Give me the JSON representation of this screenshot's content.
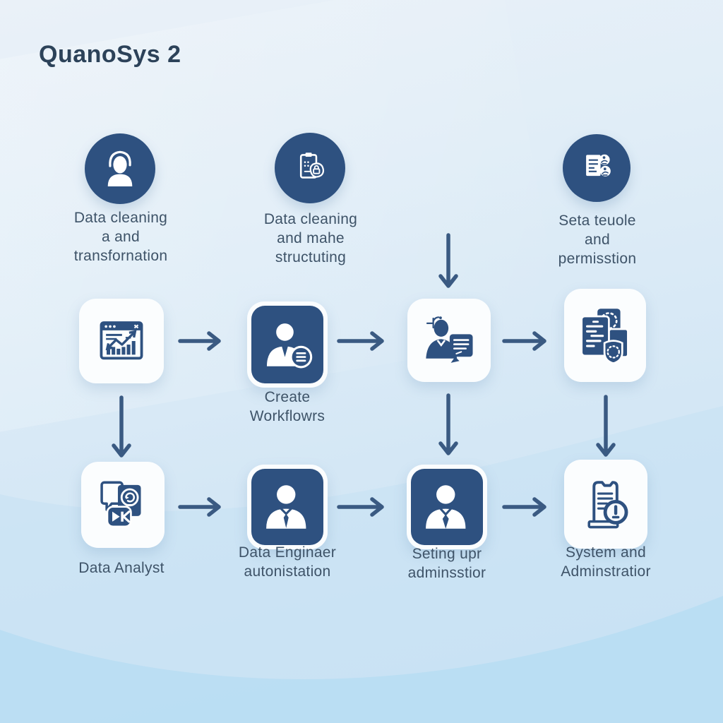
{
  "title": "QuanoSys 2",
  "colors": {
    "navy": "#2e5180",
    "arrow": "#3a5a82",
    "text": "#3e5368",
    "title_text": "#2c4259",
    "card_bg": "#fbfdfe",
    "bg_top": "#eaf1f8",
    "bg_bottom": "#b9ddf2"
  },
  "top_features": [
    {
      "icon": "user-avatar-icon",
      "label": "Data cleaning\na and\ntransfornation"
    },
    {
      "icon": "clipboard-lock-icon",
      "label": "Data cleaning\nand mahe\nstructuting"
    },
    {
      "icon": "document-users-icon",
      "label": "Seta teuole\nand\npermisstion"
    }
  ],
  "flow": {
    "middle_row": [
      {
        "icon": "analytics-browser-icon",
        "label": ""
      },
      {
        "icon": "user-menu-icon",
        "label": "Create\nWorkflowrs"
      },
      {
        "icon": "user-speech-document-icon",
        "label": ""
      },
      {
        "icon": "documents-stack-icon",
        "label": ""
      }
    ],
    "bottom_row": [
      {
        "icon": "chat-document-media-icon",
        "label": "Data Analyst"
      },
      {
        "icon": "user-tie-icon",
        "label": "Data Enginaer\nautonistation"
      },
      {
        "icon": "user-tie-icon",
        "label": "Seting upr\nadminsstior"
      },
      {
        "icon": "server-alert-icon",
        "label": "System and\nAdminstratior"
      }
    ]
  }
}
